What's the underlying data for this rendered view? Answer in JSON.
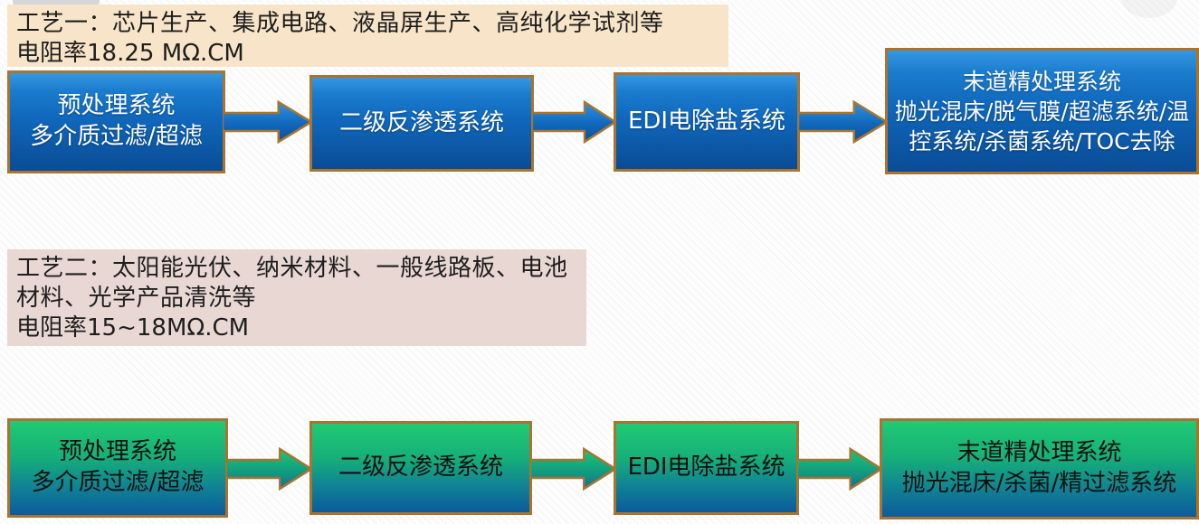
{
  "colors": {
    "shape_border": "#aa7430",
    "blue_box_top": "#3598e2",
    "blue_box_bottom": "#0a4c96",
    "green_box_top": "#20ca74",
    "green_box_bottom": "#0c5b9c",
    "header1_bg": "#f8e5c9",
    "header2_bg": "#e9d7d3",
    "blue_box_text": "#ffffff",
    "green_box_text": "#101010"
  },
  "flow1": {
    "header": {
      "line1": "工艺一：芯片生产、集成电路、液晶屏生产、高纯化学试剂等",
      "line2": "电阻率18.25 MΩ.CM"
    },
    "boxes": [
      {
        "line1": "预处理系统",
        "line2": "多介质过滤/超滤"
      },
      {
        "line1": "二级反渗透系统"
      },
      {
        "line1": "EDI电除盐系统"
      },
      {
        "line1": "末道精处理系统",
        "line2": "抛光混床/脱气膜/超滤系统/温控系统/杀菌系统/TOC去除"
      }
    ]
  },
  "flow2": {
    "header": {
      "line1": "工艺二：太阳能光伏、纳米材料、一般线路板、电池",
      "line2": "材料、光学产品清洗等",
      "line3": "电阻率15~18MΩ.CM"
    },
    "boxes": [
      {
        "line1": "预处理系统",
        "line2": "多介质过滤/超滤"
      },
      {
        "line1": "二级反渗透系统"
      },
      {
        "line1": "EDI电除盐系统"
      },
      {
        "line1": "末道精处理系统",
        "line2": "抛光混床/杀菌/精过滤系统"
      }
    ]
  }
}
